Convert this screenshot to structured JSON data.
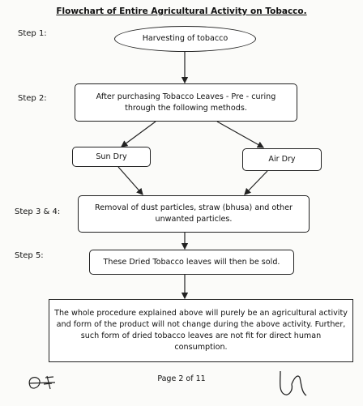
{
  "title": "Flowchart of Entire Agricultural Activity on Tobacco.",
  "steps": {
    "s1": "Step 1:",
    "s2": "Step 2:",
    "s34": "Step 3 & 4:",
    "s5": "Step 5:"
  },
  "boxes": {
    "harvest": "Harvesting of tobacco",
    "precure": "After purchasing Tobacco Leaves - Pre - curing through the following methods.",
    "sun": "Sun Dry",
    "air": "Air Dry",
    "removal": "Removal of dust particles, straw (bhusa) and other unwanted particles.",
    "sold": "These Dried Tobacco leaves will then be sold.",
    "final": "The whole procedure explained above will purely be an agricultural activity and form of the product will not change during the above activity. Further, such form of dried tobacco leaves are not fit for direct human consumption."
  },
  "footer": {
    "page": "Page 2 of 11"
  }
}
